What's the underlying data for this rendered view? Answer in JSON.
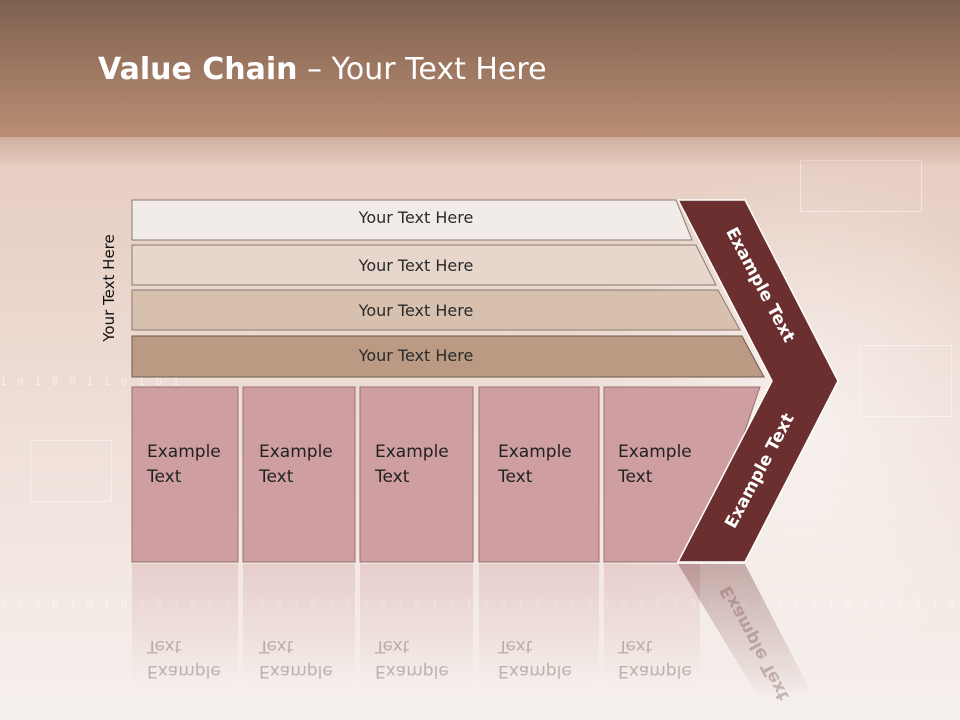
{
  "title": {
    "bold": "Value Chain",
    "rest": " – Your Text Here"
  },
  "side_label": "Your Text Here",
  "bars": [
    {
      "label": "Your Text Here"
    },
    {
      "label": "Your Text Here"
    },
    {
      "label": "Your Text Here"
    },
    {
      "label": "Your Text Here"
    }
  ],
  "columns": [
    {
      "label": "Example\nText"
    },
    {
      "label": "Example\nText"
    },
    {
      "label": "Example\nText"
    },
    {
      "label": "Example\nText"
    },
    {
      "label": "Example\nText"
    }
  ],
  "chevron": {
    "upper_label": "Example Text",
    "lower_label": "Example Text"
  },
  "colors": {
    "header": "#9a7560",
    "bar_1": "#f2ece8",
    "bar_2": "#e6d6cc",
    "bar_3": "#d8c0af",
    "bar_4": "#bb9a83",
    "column": "#cf9ea0",
    "chevron": "#6b2f2f"
  }
}
